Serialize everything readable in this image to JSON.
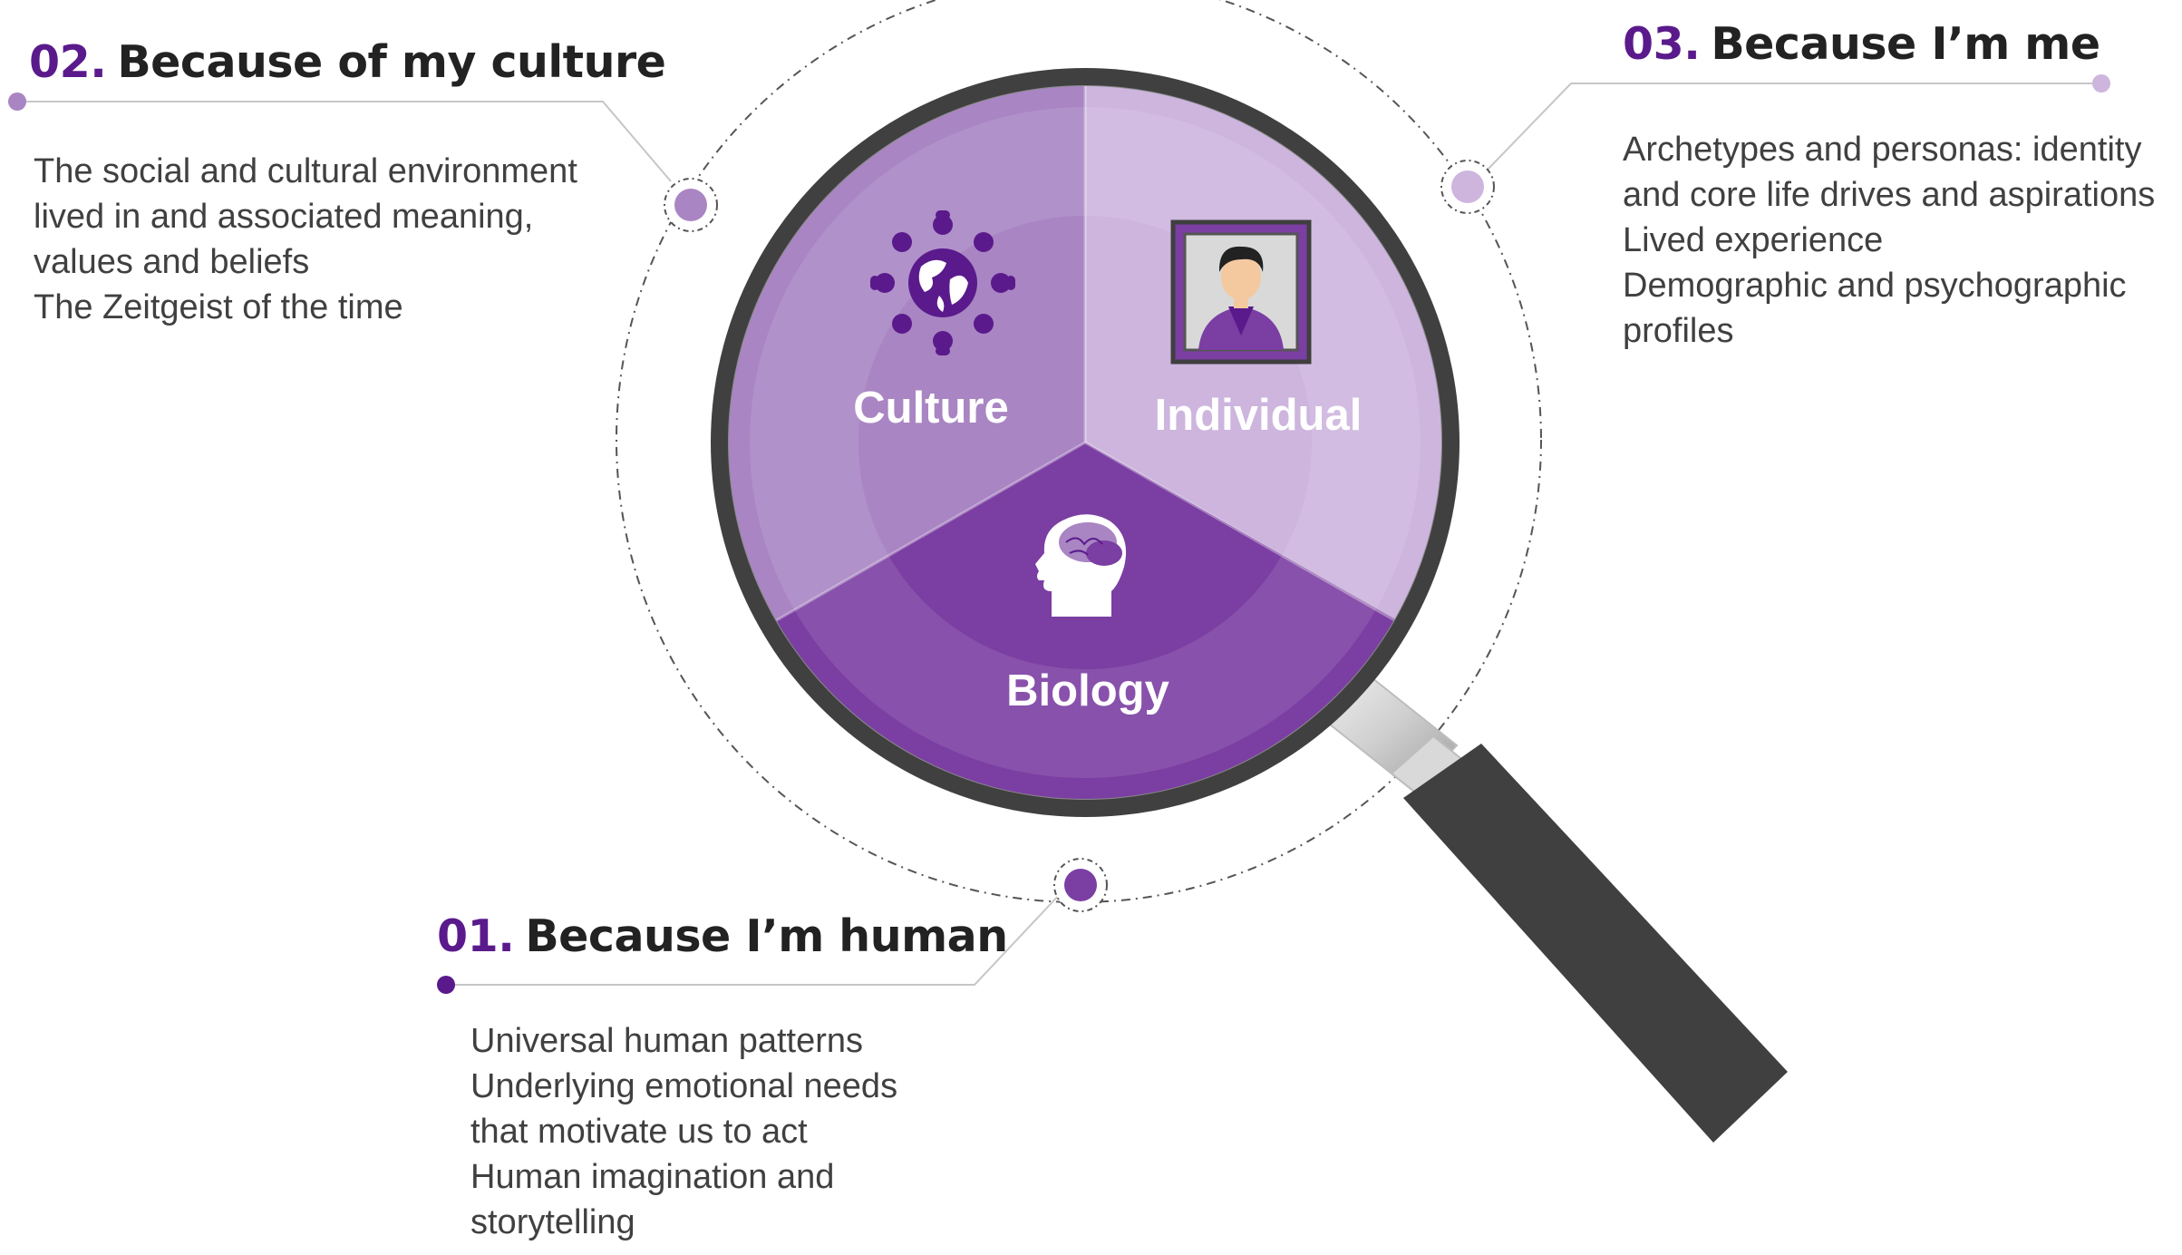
{
  "colors": {
    "accent_dark": "#5a1a8c",
    "segment_culture": "#a985c3",
    "segment_individual": "#cdb5de",
    "segment_biology": "#7b3ea2",
    "lens_frame": "#404040",
    "connector_dots": [
      "#7b3ea2",
      "#a985c3",
      "#cdb5de"
    ]
  },
  "lens": {
    "segments": [
      {
        "label": "Culture",
        "icon": "globe-people-icon"
      },
      {
        "label": "Individual",
        "icon": "person-portrait-icon"
      },
      {
        "label": "Biology",
        "icon": "head-brain-icon"
      }
    ]
  },
  "sections": [
    {
      "number": "01.",
      "title": "Because I’m human",
      "lines": [
        "Universal human patterns",
        "Underlying emotional needs",
        "that motivate us to act",
        "Human imagination and",
        "storytelling"
      ]
    },
    {
      "number": "02.",
      "title": "Because of my culture",
      "lines": [
        "The social and cultural environment",
        "lived in and associated meaning,",
        "values and beliefs",
        "The Zeitgeist of the time"
      ]
    },
    {
      "number": "03.",
      "title": "Because I’m me",
      "lines": [
        "Archetypes and personas: identity",
        "and core life drives and aspirations",
        "Lived experience",
        "Demographic and psychographic",
        "profiles"
      ]
    }
  ]
}
